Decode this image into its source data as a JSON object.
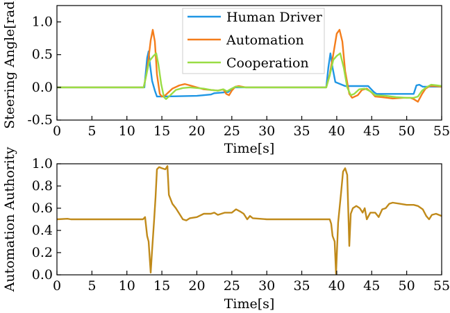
{
  "chart_data": [
    {
      "type": "line",
      "xlabel": "Time[s]",
      "ylabel": "Steering Angle[rad]",
      "xlim": [
        0,
        55
      ],
      "ylim": [
        -0.5,
        1.25
      ],
      "xticks": [
        "0",
        "5",
        "10",
        "15",
        "20",
        "25",
        "30",
        "35",
        "40",
        "45",
        "50",
        "55"
      ],
      "yticks": [
        "-0.5",
        "0.0",
        "0.5",
        "1.0"
      ],
      "legend": "top-center",
      "series": [
        {
          "name": "Human Driver",
          "color": "#1f96e4",
          "points": [
            [
              0,
              0
            ],
            [
              12.5,
              0
            ],
            [
              12.9,
              0.45
            ],
            [
              13.1,
              0.55
            ],
            [
              13.3,
              0.35
            ],
            [
              13.6,
              0.1
            ],
            [
              14,
              -0.05
            ],
            [
              14.3,
              -0.14
            ],
            [
              15,
              -0.14
            ],
            [
              20,
              -0.13
            ],
            [
              22,
              -0.11
            ],
            [
              22.5,
              -0.09
            ],
            [
              23.5,
              -0.08
            ],
            [
              24.5,
              -0.07
            ],
            [
              25,
              -0.02
            ],
            [
              25.5,
              0
            ],
            [
              38.5,
              0
            ],
            [
              38.8,
              0.3
            ],
            [
              39.1,
              0.52
            ],
            [
              39.4,
              0.3
            ],
            [
              39.8,
              0.08
            ],
            [
              40.5,
              0.05
            ],
            [
              41.2,
              0.02
            ],
            [
              44.5,
              0.02
            ],
            [
              45.3,
              -0.07
            ],
            [
              45.7,
              -0.1
            ],
            [
              51,
              -0.1
            ],
            [
              51.4,
              0.03
            ],
            [
              51.8,
              0.04
            ],
            [
              52.3,
              0.01
            ],
            [
              55,
              0.01
            ]
          ]
        },
        {
          "name": "Automation",
          "color": "#f47d1b",
          "points": [
            [
              0,
              0
            ],
            [
              12.4,
              0
            ],
            [
              12.8,
              0.2
            ],
            [
              13.1,
              0.45
            ],
            [
              13.4,
              0.72
            ],
            [
              13.7,
              0.88
            ],
            [
              14,
              0.7
            ],
            [
              14.3,
              0.2
            ],
            [
              14.7,
              -0.1
            ],
            [
              15,
              -0.14
            ],
            [
              15.5,
              -0.12
            ],
            [
              16.5,
              -0.02
            ],
            [
              17.5,
              0.03
            ],
            [
              18.3,
              0.05
            ],
            [
              19,
              0.03
            ],
            [
              20,
              0
            ],
            [
              21,
              -0.03
            ],
            [
              22,
              -0.04
            ],
            [
              23,
              -0.05
            ],
            [
              23.8,
              -0.03
            ],
            [
              24.2,
              -0.1
            ],
            [
              24.6,
              -0.12
            ],
            [
              25,
              -0.05
            ],
            [
              25.5,
              0.01
            ],
            [
              26,
              0.02
            ],
            [
              27,
              0
            ],
            [
              38.5,
              0
            ],
            [
              39,
              0.2
            ],
            [
              39.5,
              0.5
            ],
            [
              40,
              0.82
            ],
            [
              40.4,
              0.88
            ],
            [
              40.8,
              0.7
            ],
            [
              41.2,
              0.25
            ],
            [
              41.8,
              -0.1
            ],
            [
              42.2,
              -0.16
            ],
            [
              43,
              -0.12
            ],
            [
              43.6,
              -0.04
            ],
            [
              44.3,
              -0.02
            ],
            [
              45,
              -0.08
            ],
            [
              45.5,
              -0.14
            ],
            [
              46.5,
              -0.15
            ],
            [
              48,
              -0.17
            ],
            [
              49.5,
              -0.16
            ],
            [
              50.5,
              -0.16
            ],
            [
              51,
              -0.18
            ],
            [
              51.6,
              -0.22
            ],
            [
              52.2,
              -0.1
            ],
            [
              52.7,
              -0.02
            ],
            [
              53.3,
              0.02
            ],
            [
              54,
              0.02
            ],
            [
              55,
              0.01
            ]
          ]
        },
        {
          "name": "Cooperation",
          "color": "#99dd44",
          "points": [
            [
              0,
              0
            ],
            [
              12.4,
              0
            ],
            [
              12.8,
              0.2
            ],
            [
              13.2,
              0.4
            ],
            [
              13.8,
              0.48
            ],
            [
              14.2,
              0.52
            ],
            [
              14.5,
              0.35
            ],
            [
              14.9,
              0.05
            ],
            [
              15.3,
              -0.15
            ],
            [
              15.6,
              -0.18
            ],
            [
              16.2,
              -0.12
            ],
            [
              17,
              -0.04
            ],
            [
              18,
              -0.01
            ],
            [
              19,
              0
            ],
            [
              21,
              -0.02
            ],
            [
              22,
              -0.04
            ],
            [
              23,
              -0.05
            ],
            [
              23.8,
              -0.03
            ],
            [
              24.3,
              -0.06
            ],
            [
              24.8,
              -0.03
            ],
            [
              25.5,
              0.01
            ],
            [
              27,
              0
            ],
            [
              38.5,
              0
            ],
            [
              39,
              0.18
            ],
            [
              39.5,
              0.42
            ],
            [
              40,
              0.48
            ],
            [
              40.5,
              0.52
            ],
            [
              41,
              0.3
            ],
            [
              41.5,
              0
            ],
            [
              42,
              -0.12
            ],
            [
              42.5,
              -0.1
            ],
            [
              43.2,
              -0.03
            ],
            [
              44,
              -0.02
            ],
            [
              44.8,
              -0.06
            ],
            [
              45.5,
              -0.12
            ],
            [
              47,
              -0.13
            ],
            [
              48.5,
              -0.15
            ],
            [
              50,
              -0.16
            ],
            [
              51,
              -0.16
            ],
            [
              51.6,
              -0.14
            ],
            [
              52.2,
              -0.05
            ],
            [
              52.8,
              0
            ],
            [
              53.5,
              0.04
            ],
            [
              54.3,
              0.03
            ],
            [
              55,
              0.02
            ]
          ]
        }
      ]
    },
    {
      "type": "line",
      "xlabel": "Time[s]",
      "ylabel": "Automation Authority",
      "xlim": [
        0,
        55
      ],
      "ylim": [
        0,
        1.0
      ],
      "xticks": [
        "0",
        "5",
        "10",
        "15",
        "20",
        "25",
        "30",
        "35",
        "40",
        "45",
        "50",
        "55"
      ],
      "yticks": [
        "0.0",
        "0.2",
        "0.4",
        "0.6",
        "0.8",
        "1.0"
      ],
      "series": [
        {
          "color": "#c08a1a",
          "points": [
            [
              0,
              0.5
            ],
            [
              1.5,
              0.505
            ],
            [
              2,
              0.5
            ],
            [
              12.3,
              0.5
            ],
            [
              12.6,
              0.52
            ],
            [
              12.9,
              0.35
            ],
            [
              13.1,
              0.3
            ],
            [
              13.4,
              0.02
            ],
            [
              13.6,
              0.22
            ],
            [
              13.9,
              0.5
            ],
            [
              14.1,
              0.7
            ],
            [
              14.3,
              0.95
            ],
            [
              14.6,
              0.97
            ],
            [
              15,
              0.96
            ],
            [
              15.5,
              0.95
            ],
            [
              15.8,
              0.98
            ],
            [
              16,
              0.72
            ],
            [
              16.5,
              0.64
            ],
            [
              17,
              0.6
            ],
            [
              17.5,
              0.55
            ],
            [
              18,
              0.5
            ],
            [
              18.5,
              0.49
            ],
            [
              19,
              0.51
            ],
            [
              20,
              0.52
            ],
            [
              21,
              0.55
            ],
            [
              22,
              0.55
            ],
            [
              22.5,
              0.56
            ],
            [
              23,
              0.54
            ],
            [
              24,
              0.56
            ],
            [
              25,
              0.56
            ],
            [
              25.6,
              0.59
            ],
            [
              26.2,
              0.57
            ],
            [
              26.7,
              0.55
            ],
            [
              27.2,
              0.5
            ],
            [
              27.6,
              0.53
            ],
            [
              28,
              0.51
            ],
            [
              30,
              0.5
            ],
            [
              39,
              0.5
            ],
            [
              39.2,
              0.46
            ],
            [
              39.4,
              0.35
            ],
            [
              39.7,
              0.3
            ],
            [
              39.9,
              0.01
            ],
            [
              40.2,
              0.47
            ],
            [
              40.6,
              0.73
            ],
            [
              40.9,
              0.93
            ],
            [
              41.2,
              0.96
            ],
            [
              41.5,
              0.9
            ],
            [
              41.8,
              0.26
            ],
            [
              42,
              0.55
            ],
            [
              42.3,
              0.6
            ],
            [
              42.8,
              0.62
            ],
            [
              43.3,
              0.6
            ],
            [
              43.7,
              0.56
            ],
            [
              44,
              0.6
            ],
            [
              44.3,
              0.5
            ],
            [
              44.8,
              0.56
            ],
            [
              45.5,
              0.56
            ],
            [
              46,
              0.52
            ],
            [
              46.5,
              0.59
            ],
            [
              47,
              0.6
            ],
            [
              47.5,
              0.64
            ],
            [
              48,
              0.65
            ],
            [
              49,
              0.64
            ],
            [
              50,
              0.63
            ],
            [
              51,
              0.63
            ],
            [
              51.6,
              0.62
            ],
            [
              52.3,
              0.59
            ],
            [
              52.8,
              0.53
            ],
            [
              53.2,
              0.5
            ],
            [
              53.6,
              0.54
            ],
            [
              54.2,
              0.55
            ],
            [
              55,
              0.53
            ]
          ]
        }
      ]
    }
  ]
}
